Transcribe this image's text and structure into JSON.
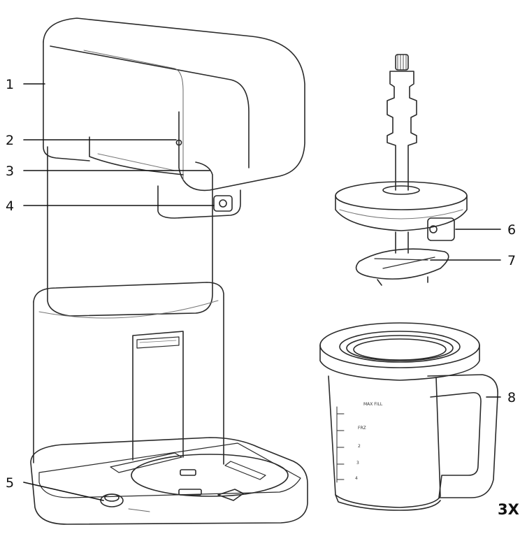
{
  "callouts": [
    {
      "id": "1",
      "label": "1"
    },
    {
      "id": "2",
      "label": "2"
    },
    {
      "id": "3",
      "label": "3"
    },
    {
      "id": "4",
      "label": "4"
    },
    {
      "id": "5",
      "label": "5"
    },
    {
      "id": "6",
      "label": "6"
    },
    {
      "id": "7",
      "label": "7"
    },
    {
      "id": "8",
      "label": "8"
    }
  ],
  "cup_quantity": "3X",
  "cup_markings": [
    "MAX FILL",
    "FRZ",
    "2",
    "3",
    "4"
  ]
}
